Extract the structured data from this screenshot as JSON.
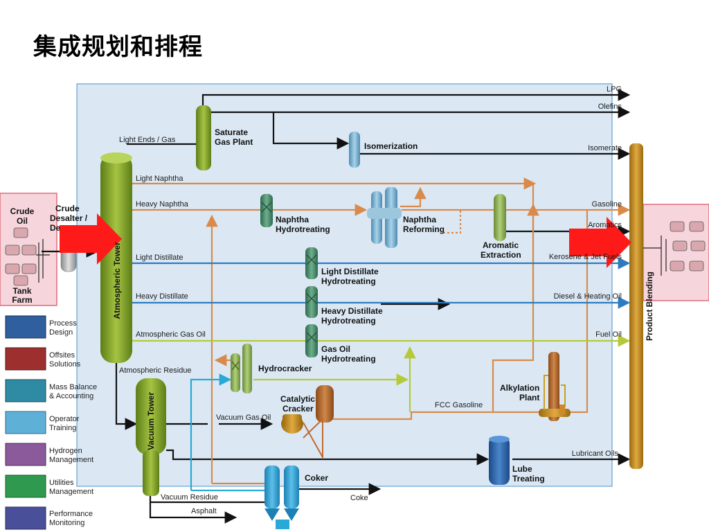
{
  "slide_title": "集成规划和排程",
  "colors": {
    "panel_bg": "#dbe8f4",
    "panel_border": "#4a90c8",
    "orange_line": "#d98a4a",
    "blue_line": "#2c7bbf",
    "yellow_line": "#b5c93a",
    "black_line": "#111111",
    "cyan_line": "#29a9d8",
    "vessel_green": "#7a9a2a",
    "callout_red": "#ff1a1a",
    "side_box_fill": "#f6d6dc",
    "side_box_border": "#e06a7a"
  },
  "left_box": {
    "crude_oil": [
      "Crude",
      "Oil"
    ],
    "tank_farm": [
      "Tank",
      "Farm"
    ]
  },
  "units": {
    "desalter": [
      "Crude",
      "Desalter /",
      "De"
    ],
    "atmospheric_tower": "Atmospheric Tower",
    "saturate_gas_plant": [
      "Saturate",
      "Gas Plant"
    ],
    "isomerization": "Isomerization",
    "naphtha_hydrotreating": [
      "Naphtha",
      "Hydrotreating"
    ],
    "naphtha_reforming": [
      "Naphtha",
      "Reforming"
    ],
    "aromatic_extraction": [
      "Aromatic",
      "Extraction"
    ],
    "light_distillate_hydrotreating": [
      "Light Distillate",
      "Hydrotreating"
    ],
    "heavy_distillate_hydrotreating": [
      "Heavy Distillate",
      "Hydrotreating"
    ],
    "gas_oil_hydrotreating": [
      "Gas Oil",
      "Hydrotreating"
    ],
    "hydrocracker": "Hydrocracker",
    "catalytic_cracker": [
      "Catalytic",
      "Cracker"
    ],
    "alkylation_plant": [
      "Alkylation",
      "Plant"
    ],
    "vacuum_tower": "Vacuum Tower",
    "coker": "Coker",
    "lube_treating": [
      "Lube",
      "Treating"
    ],
    "product_blending": "Product Blending"
  },
  "streams": {
    "light_ends_gas": "Light Ends / Gas",
    "light_naphtha": "Light Naphtha",
    "heavy_naphtha": "Heavy Naphtha",
    "light_distillate": "Light Distillate",
    "heavy_distillate": "Heavy Distillate",
    "atmospheric_gas_oil": "Atmospheric Gas Oil",
    "atmospheric_residue": "Atmospheric Residue",
    "vacuum_gas_oil": "Vacuum Gas Oil",
    "fcc_gasoline": "FCC Gasoline",
    "vacuum_residue": "Vacuum Residue",
    "asphalt": "Asphalt",
    "coke": "Coke"
  },
  "products": {
    "lpg": "LPG",
    "olefins": "Olefins",
    "isomerate": "Isomerate",
    "gasoline": "Gasoline",
    "aromatics": "Aromatics",
    "kerosene_jet": "Kerosene & Jet Fuels",
    "diesel_heating": "Diesel & Heating Oil",
    "fuel_oil": "Fuel Oil",
    "lubricant_oils": "Lubricant Oils"
  },
  "legend": [
    {
      "label": [
        "Process",
        "Design"
      ],
      "color": "#2f5f9e"
    },
    {
      "label": [
        "Offsites",
        "Solutions"
      ],
      "color": "#9e2f2f"
    },
    {
      "label": [
        "Mass Balance",
        "& Accounting"
      ],
      "color": "#2f8aa3"
    },
    {
      "label": [
        "Operator",
        "Training"
      ],
      "color": "#5fb0d6"
    },
    {
      "label": [
        "Hydrogen",
        "Management"
      ],
      "color": "#8a5a9a"
    },
    {
      "label": [
        "Utilities",
        "Management"
      ],
      "color": "#2f9a4f"
    },
    {
      "label": [
        "Performance",
        "Monitoring"
      ],
      "color": "#4a4f9a"
    }
  ]
}
